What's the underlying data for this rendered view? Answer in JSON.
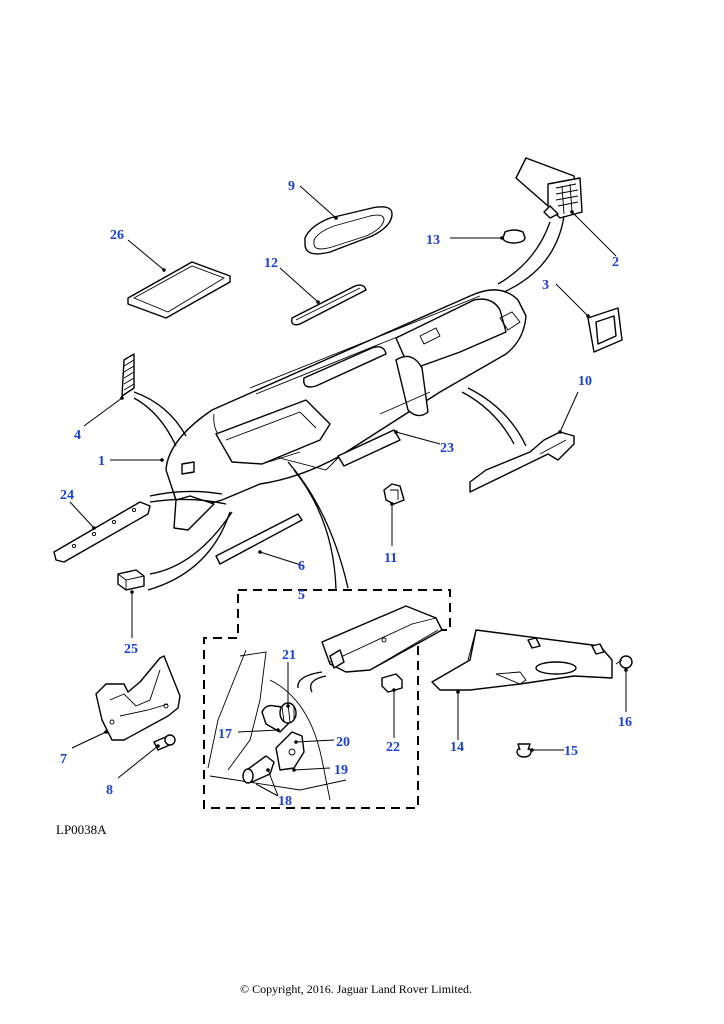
{
  "diagram": {
    "reference": "LP0038A",
    "copyright": "© Copyright, 2016. Jaguar Land Rover Limited.",
    "callout_color": "#1a3fd6",
    "line_color": "#000000",
    "callouts": [
      "1",
      "2",
      "3",
      "4",
      "5",
      "6",
      "7",
      "8",
      "9",
      "10",
      "11",
      "12",
      "13",
      "14",
      "15",
      "16",
      "17",
      "18",
      "19",
      "20",
      "21",
      "22",
      "23",
      "24",
      "25",
      "26"
    ]
  }
}
